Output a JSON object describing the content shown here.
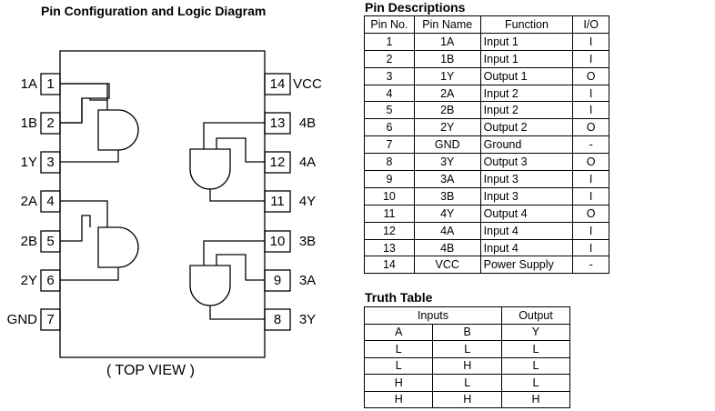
{
  "diagram": {
    "title": "Pin Configuration and Logic Diagram",
    "footer": "( TOP VIEW )",
    "left_pins": [
      {
        "label": "1A",
        "num": "1"
      },
      {
        "label": "1B",
        "num": "2"
      },
      {
        "label": "1Y",
        "num": "3"
      },
      {
        "label": "2A",
        "num": "4"
      },
      {
        "label": "2B",
        "num": "5"
      },
      {
        "label": "2Y",
        "num": "6"
      },
      {
        "label": "GND",
        "num": "7"
      }
    ],
    "right_pins": [
      {
        "label": "VCC",
        "num": "14"
      },
      {
        "label": "4B",
        "num": "13"
      },
      {
        "label": "4A",
        "num": "12"
      },
      {
        "label": "4Y",
        "num": "11"
      },
      {
        "label": "3B",
        "num": "10"
      },
      {
        "label": "3A",
        "num": "9"
      },
      {
        "label": "3Y",
        "num": "8"
      }
    ]
  },
  "pin_descriptions": {
    "title": "Pin Descriptions",
    "headers": [
      "Pin No.",
      "Pin Name",
      "Function",
      "I/O"
    ],
    "rows": [
      [
        "1",
        "1A",
        "Input 1",
        "I"
      ],
      [
        "2",
        "1B",
        "Input 1",
        "I"
      ],
      [
        "3",
        "1Y",
        "Output 1",
        "O"
      ],
      [
        "4",
        "2A",
        "Input 2",
        "I"
      ],
      [
        "5",
        "2B",
        "Input 2",
        "I"
      ],
      [
        "6",
        "2Y",
        "Output 2",
        "O"
      ],
      [
        "7",
        "GND",
        "Ground",
        "-"
      ],
      [
        "8",
        "3Y",
        "Output 3",
        "O"
      ],
      [
        "9",
        "3A",
        "Input 3",
        "I"
      ],
      [
        "10",
        "3B",
        "Input 3",
        "I"
      ],
      [
        "11",
        "4Y",
        "Output 4",
        "O"
      ],
      [
        "12",
        "4A",
        "Input 4",
        "I"
      ],
      [
        "13",
        "4B",
        "Input 4",
        "I"
      ],
      [
        "14",
        "VCC",
        "Power Supply",
        "-"
      ]
    ]
  },
  "truth_table": {
    "title": "Truth Table",
    "group_inputs": "Inputs",
    "group_output": "Output",
    "headers": [
      "A",
      "B",
      "Y"
    ],
    "rows": [
      [
        "L",
        "L",
        "L"
      ],
      [
        "L",
        "H",
        "L"
      ],
      [
        "H",
        "L",
        "L"
      ],
      [
        "H",
        "H",
        "H"
      ]
    ]
  }
}
